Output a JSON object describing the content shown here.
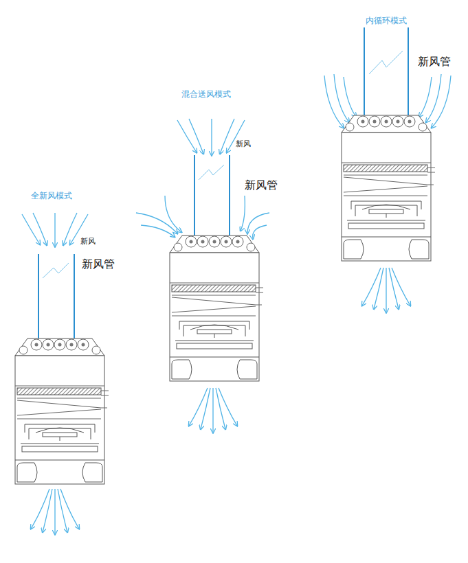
{
  "diagram": {
    "labels": [
      "全新风模式",
      "新风",
      "新风管",
      "混合送风模式",
      "新风",
      "新风管",
      "内循环模式",
      "新风管"
    ]
  }
}
